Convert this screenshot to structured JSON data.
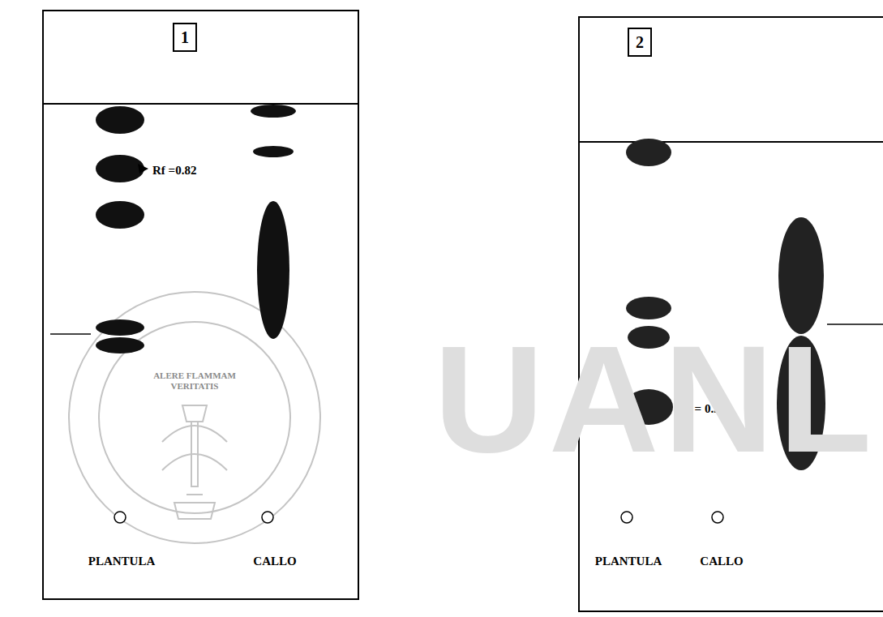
{
  "diagram": {
    "nodes": [
      {
        "text": [
          "PLANTULA",
          "CALLO",
          "Rf =0.82"
        ]
      },
      {
        "text": [
          "1"
        ],
        "in": 0
      },
      {
        "text": [
          "PLANTULA",
          "CALLO",
          "Rf = 0.38"
        ]
      },
      {
        "text": [
          "2"
        ],
        "in": 2
      }
    ],
    "labels": [
      "ALERE FLAMMAM VERITATIS",
      "UANL"
    ]
  }
}
